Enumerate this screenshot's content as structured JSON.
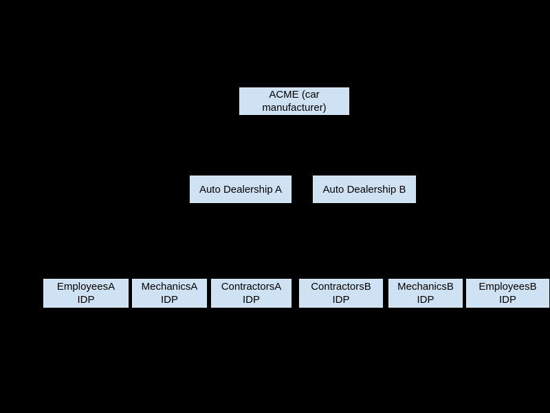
{
  "diagram": {
    "background_color": "#000000",
    "node_fill_color": "#cfe2f3",
    "node_text_color": "#000000",
    "nodes": [
      {
        "id": "acme",
        "label": "ACME (car\nmanufacturer)",
        "level": "root"
      },
      {
        "id": "dealership-a",
        "label": "Auto Dealership A",
        "level": "dealership"
      },
      {
        "id": "dealership-b",
        "label": "Auto Dealership B",
        "level": "dealership"
      },
      {
        "id": "employees-a-idp",
        "label": "EmployeesA\nIDP",
        "level": "idp"
      },
      {
        "id": "mechanics-a-idp",
        "label": "MechanicsA\nIDP",
        "level": "idp"
      },
      {
        "id": "contractors-a-idp",
        "label": "ContractorsA\nIDP",
        "level": "idp"
      },
      {
        "id": "contractors-b-idp",
        "label": "ContractorsB\nIDP",
        "level": "idp"
      },
      {
        "id": "mechanics-b-idp",
        "label": "MechanicsB\nIDP",
        "level": "idp"
      },
      {
        "id": "employees-b-idp",
        "label": "EmployeesB\nIDP",
        "level": "idp"
      }
    ]
  }
}
